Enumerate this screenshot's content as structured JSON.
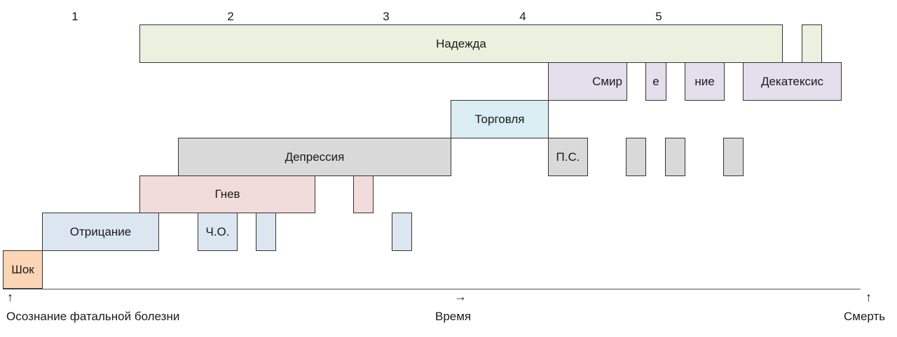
{
  "phase_numbers": [
    "1",
    "2",
    "3",
    "4",
    "5"
  ],
  "stages": {
    "hope": "Надежда",
    "calm_part1": "Смир",
    "calm_part2": "е",
    "calm_part3": "ние",
    "decathexis": "Декатексис",
    "bargaining": "Торговля",
    "depression": "Депрессия",
    "ps": "П.С.",
    "anger": "Гнев",
    "denial": "Отрицание",
    "cho": "Ч.О.",
    "shock": "Шок"
  },
  "axis": {
    "start_arrow": "↑",
    "start_label": "Осознание фатальной болезни",
    "mid_arrow": "→",
    "mid_label": "Время",
    "end_arrow": "↑",
    "end_label": "Смерть"
  },
  "colors": {
    "hope": "#ebf1de",
    "calm": "#e4dfec",
    "bargaining": "#daeef3",
    "depression": "#d9d9d9",
    "anger": "#f2dcdb",
    "denial": "#dce6f1",
    "shock": "#fcd5b4"
  }
}
